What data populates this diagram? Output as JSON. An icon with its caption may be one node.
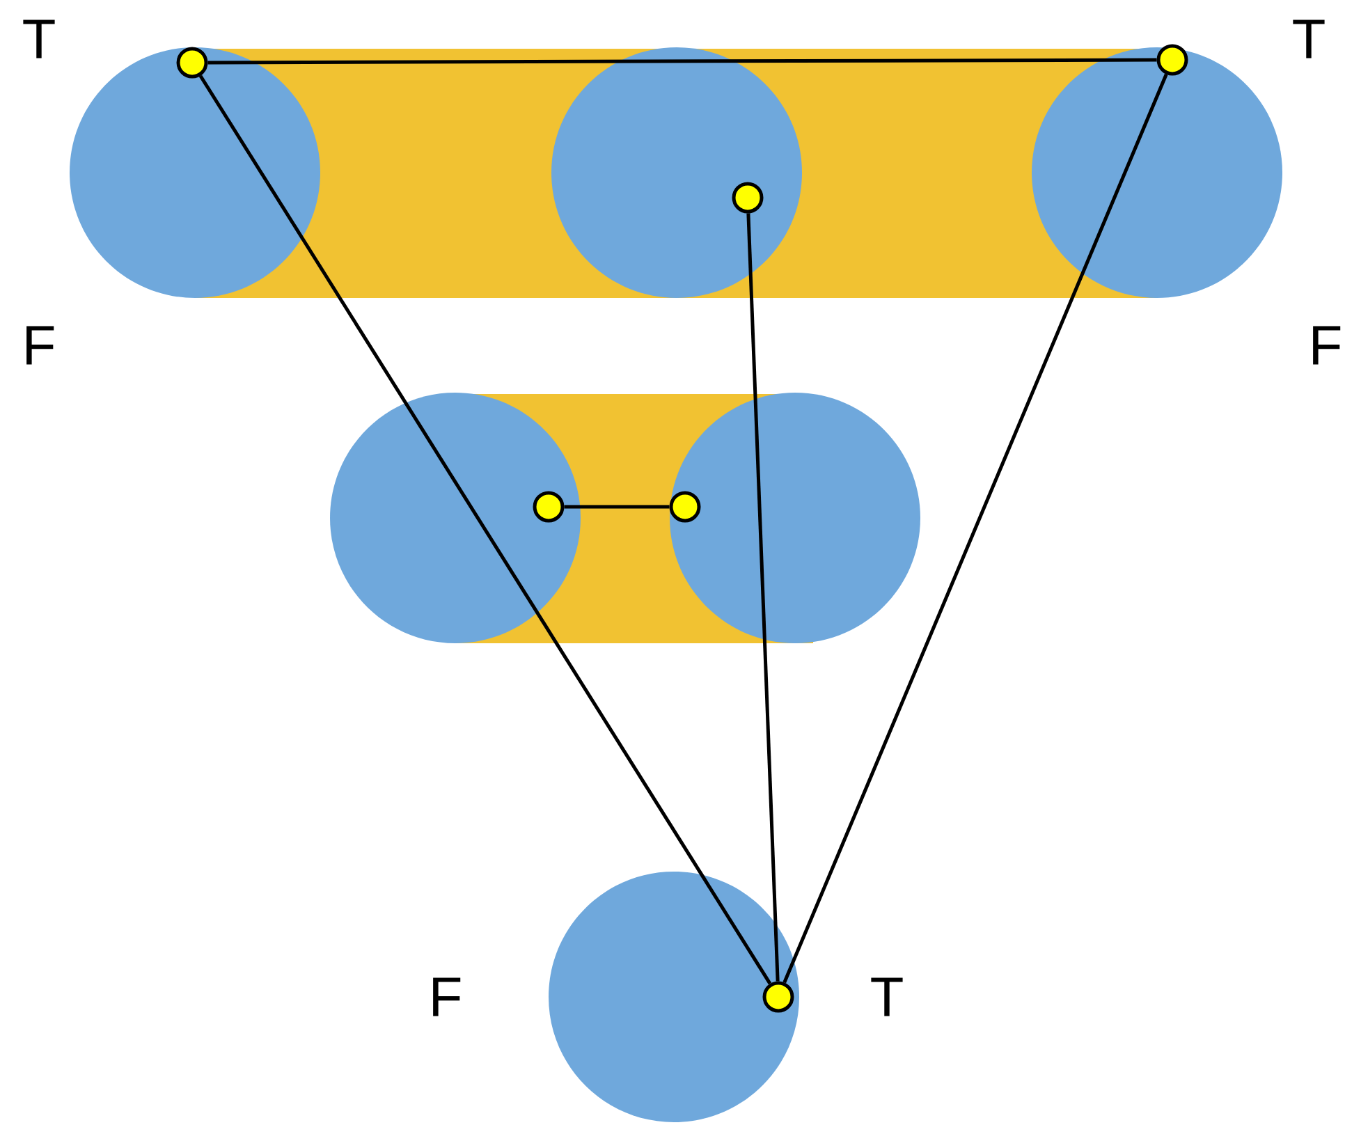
{
  "diagram": {
    "nodes": [
      {
        "text": [],
        "shape": "circle"
      },
      {
        "text": [],
        "shape": "circle"
      },
      {
        "text": [],
        "shape": "circle"
      },
      {
        "text": [],
        "shape": "circle"
      },
      {
        "text": [],
        "shape": "circle"
      },
      {
        "text": [],
        "shape": "circle"
      }
    ],
    "edges": [
      {
        "from": 0,
        "to": 1,
        "arrow": "none"
      },
      {
        "from": 0,
        "to": 5,
        "arrow": "none"
      },
      {
        "from": 1,
        "to": 5,
        "arrow": "none"
      },
      {
        "from": 2,
        "to": 5,
        "arrow": "none"
      },
      {
        "from": 3,
        "to": 4,
        "arrow": "none"
      }
    ],
    "labels": [
      "T",
      "T",
      "F",
      "F",
      "F",
      "T"
    ]
  }
}
